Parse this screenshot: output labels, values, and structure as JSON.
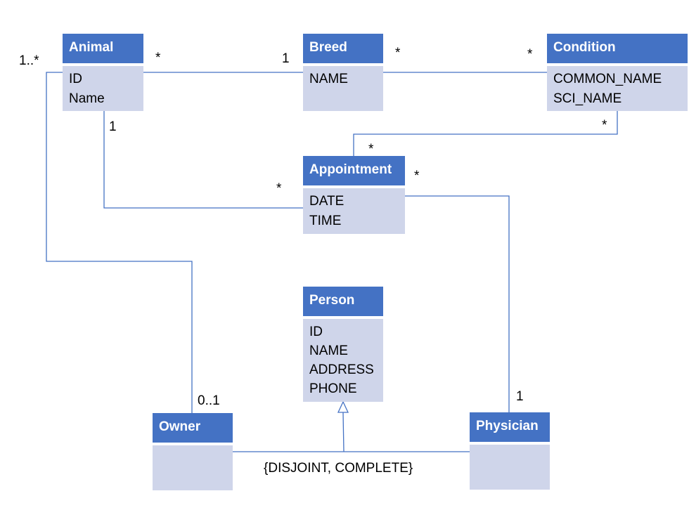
{
  "classes": {
    "animal": {
      "name": "Animal",
      "attributes": [
        "ID",
        "Name"
      ]
    },
    "breed": {
      "name": "Breed",
      "attributes": [
        "NAME"
      ]
    },
    "condition": {
      "name": "Condition",
      "attributes": [
        "COMMON_NAME",
        "SCI_NAME"
      ]
    },
    "appointment": {
      "name": "Appointment",
      "attributes": [
        "DATE",
        "TIME"
      ]
    },
    "person": {
      "name": "Person",
      "attributes": [
        "ID",
        "NAME",
        "ADDRESS",
        "PHONE"
      ]
    },
    "owner": {
      "name": "Owner",
      "attributes": []
    },
    "physician": {
      "name": "Physician",
      "attributes": []
    }
  },
  "multiplicities": {
    "animal_owner_at_animal": "1..*",
    "animal_breed_at_animal": "*",
    "animal_breed_at_breed": "1",
    "breed_condition_at_breed": "*",
    "breed_condition_at_condition": "*",
    "animal_appointment_at_animal": "1",
    "condition_appointment_at_condition": "*",
    "condition_appointment_at_appointment": "*",
    "appointment_physician_at_appointment": "*",
    "animal_appointment_at_appointment": "*",
    "animal_owner_at_owner": "0..1",
    "appointment_physician_at_physician": "1"
  },
  "generalization": {
    "constraint": "{DISJOINT, COMPLETE}"
  },
  "colors": {
    "header": "#4472c4",
    "body": "#cfd5ea",
    "line": "#4472c4"
  }
}
